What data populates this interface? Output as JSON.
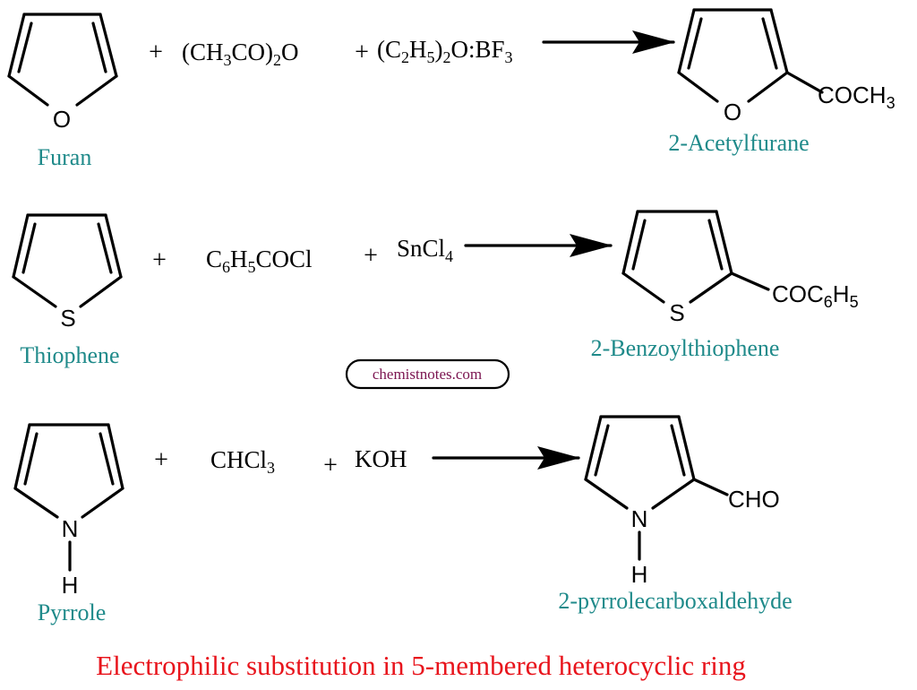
{
  "colors": {
    "name": "#1f8a8a",
    "title": "#e8141c",
    "watermark": "#7b1450"
  },
  "title": "Electrophilic substitution in 5-membered heterocyclic ring",
  "watermark": "chemistnotes.com",
  "plus": "+",
  "reactions": [
    {
      "reactant": {
        "heteroatom": "O",
        "name": "Furan"
      },
      "reagent1": {
        "main": "(CH",
        "sub1": "3",
        "mid": "CO)",
        "sub2": "2",
        "end": "O"
      },
      "reagent2": {
        "p1": "(C",
        "s1": "2",
        "p2": "H",
        "s2": "5",
        "p3": ")",
        "s3": "2",
        "p4": "O:BF",
        "s4": "3"
      },
      "product": {
        "heteroatom": "O",
        "substituent": "COCH",
        "sub": "3",
        "name": "2-Acetylfurane"
      }
    },
    {
      "reactant": {
        "heteroatom": "S",
        "name": "Thiophene"
      },
      "reagent1": {
        "p1": "C",
        "s1": "6",
        "p2": "H",
        "s2": "5",
        "p3": "COCl"
      },
      "reagent2": {
        "p1": "SnCl",
        "s1": "4"
      },
      "product": {
        "heteroatom": "S",
        "substituent": "COC",
        "sub1": "6",
        "mid": "H",
        "sub2": "5",
        "name": "2-Benzoylthiophene"
      }
    },
    {
      "reactant": {
        "heteroatom": "N",
        "hydrogen": "H",
        "name": "Pyrrole"
      },
      "reagent1": {
        "p1": "CHCl",
        "s1": "3"
      },
      "reagent2": {
        "p1": "KOH"
      },
      "product": {
        "heteroatom": "N",
        "hydrogen": "H",
        "substituent": "CHO",
        "name": "2-pyrrolecarboxaldehyde"
      }
    }
  ]
}
